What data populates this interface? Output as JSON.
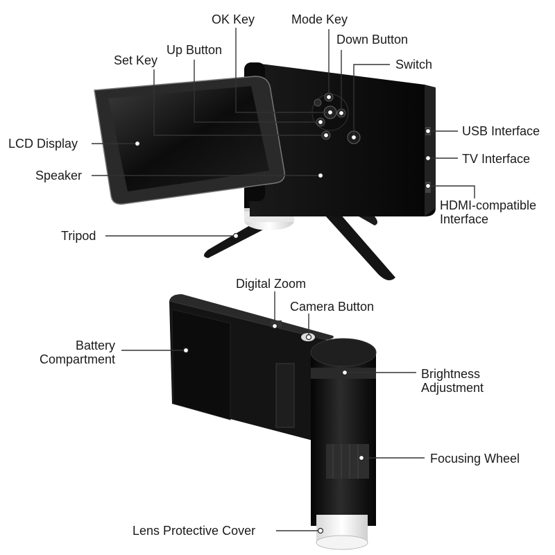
{
  "diagram": {
    "top_view_labels": {
      "ok_key": "OK Key",
      "mode_key": "Mode Key",
      "down_button": "Down Button",
      "up_button": "Up Button",
      "set_key": "Set Key",
      "switch": "Switch",
      "usb_interface": "USB Interface",
      "tv_interface": "TV Interface",
      "hdmi_interface": "HDMI-compatible\nInterface",
      "lcd_display": "LCD Display",
      "speaker": "Speaker",
      "tripod": "Tripod"
    },
    "bottom_view_labels": {
      "digital_zoom": "Digital Zoom",
      "camera_button": "Camera Button",
      "battery_compartment": "Battery\nCompartment",
      "brightness_adjustment": "Brightness\nAdjustment",
      "focusing_wheel": "Focusing Wheel",
      "lens_protective_cover": "Lens Protective Cover"
    },
    "colors": {
      "device_body": "#111111",
      "screen_frame": "#2a2a2a",
      "leader_line": "#333333",
      "label_text": "#1a1a1a"
    }
  }
}
